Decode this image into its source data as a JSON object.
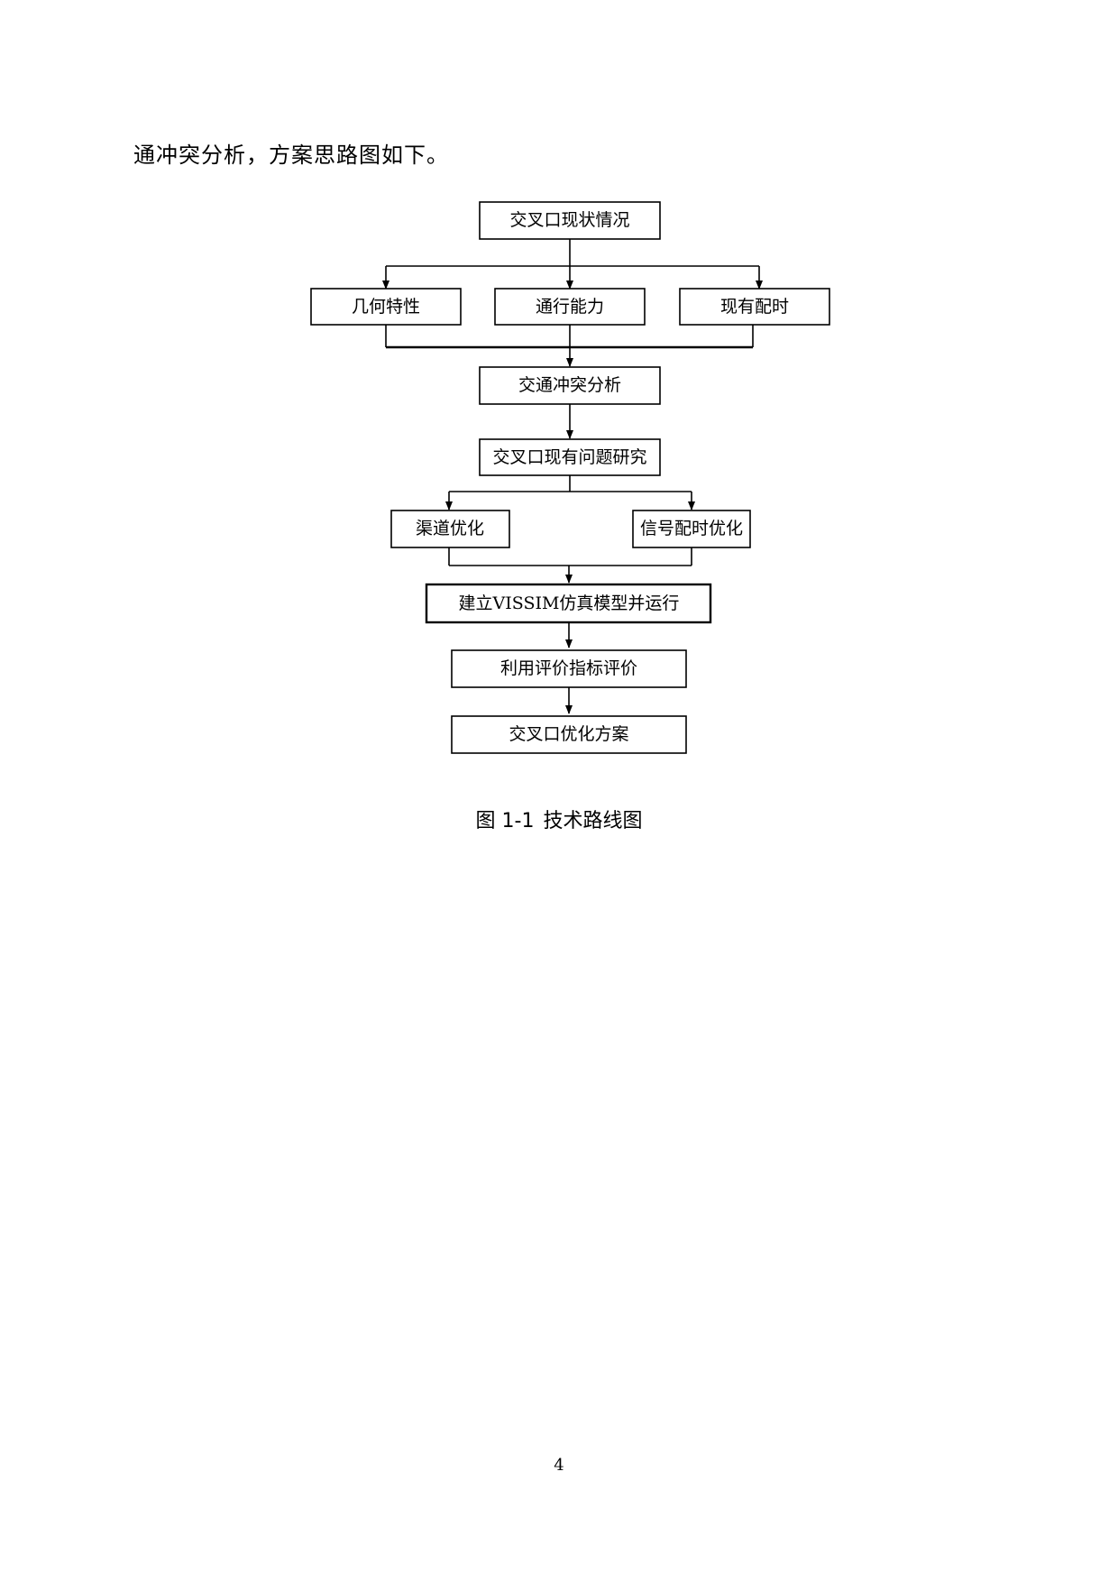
{
  "intro_text": "通冲突分析，方案思路图如下。",
  "flowchart": {
    "nodes": {
      "status": "交叉口现状情况",
      "geometry": "几何特性",
      "capacity": "通行能力",
      "timing": "现有配时",
      "conflict": "交通冲突分析",
      "problems": "交叉口现有问题研究",
      "channel": "渠道优化",
      "signal": "信号配时优化",
      "vissim": "建立VISSIM仿真模型并运行",
      "evaluate": "利用评价指标评价",
      "plan": "交叉口优化方案"
    },
    "edges": [
      [
        "status",
        "geometry"
      ],
      [
        "status",
        "capacity"
      ],
      [
        "status",
        "timing"
      ],
      [
        "geometry",
        "conflict"
      ],
      [
        "capacity",
        "conflict"
      ],
      [
        "timing",
        "conflict"
      ],
      [
        "conflict",
        "problems"
      ],
      [
        "problems",
        "channel"
      ],
      [
        "problems",
        "signal"
      ],
      [
        "channel",
        "vissim"
      ],
      [
        "signal",
        "vissim"
      ],
      [
        "vissim",
        "evaluate"
      ],
      [
        "evaluate",
        "plan"
      ]
    ]
  },
  "caption": {
    "number": "图 1-1",
    "title": "技术路线图"
  },
  "page_number": "4"
}
